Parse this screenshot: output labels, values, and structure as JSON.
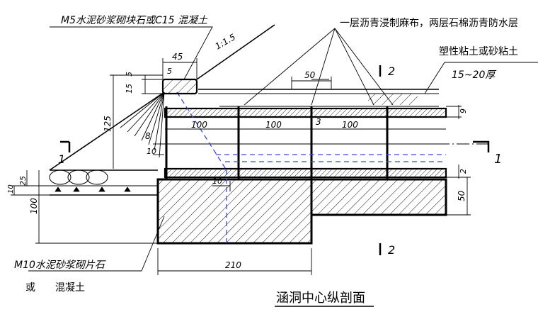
{
  "labels": {
    "top_material": "M5水泥砂浆砌块石或C15 混凝土",
    "waterproof": "一层沥青浸制麻布，两层石棉沥青防水层",
    "clay": "塑性粘土或砂粘土",
    "clay_thickness": "15~20厚",
    "slope": "1:1.5",
    "bottom_material_1": "M10水泥砂浆砌片石",
    "bottom_material_2": "或",
    "bottom_material_3": "混凝土",
    "title": "涵洞中心纵剖面"
  },
  "dimensions": {
    "d45": "45",
    "d5a": "5",
    "d5b": "5",
    "d15": "15",
    "d125": "125",
    "d8": "8",
    "d10a": "10",
    "d10b": "10",
    "d10c": "10",
    "d25": "25",
    "d100a": "100",
    "d100b": "100",
    "d100c": "100",
    "d100d": "100",
    "d3": "3",
    "d9": "9",
    "d2": "2",
    "d50a": "50",
    "d50b": "50",
    "d210": "210"
  },
  "section_marks": {
    "left": "1",
    "right": "1",
    "top": "2",
    "bottom": "2"
  }
}
